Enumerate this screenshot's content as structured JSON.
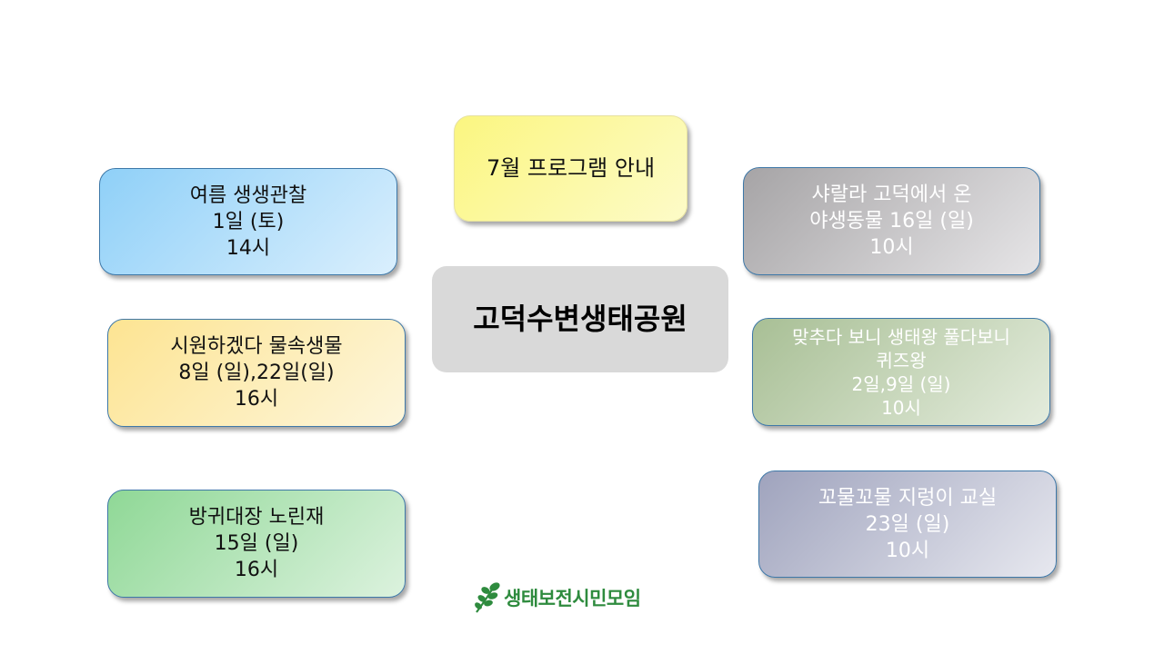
{
  "title": "7월 프로그램 안내",
  "center": "고덕수변생태공원",
  "programs": [
    {
      "lines": [
        "여름 생생관찰",
        "1일 (토)",
        "14시"
      ],
      "color": "#8fd0f8"
    },
    {
      "lines": [
        "시원하겠다 물속생물",
        "8일 (일),22일(일)",
        "16시"
      ],
      "color": "#fde492"
    },
    {
      "lines": [
        "방귀대장 노린재",
        "15일 (일)",
        "16시"
      ],
      "color": "#8fd896"
    },
    {
      "lines": [
        "샤랄라 고덕에서 온",
        "야생동물 16일 (일)",
        "10시"
      ],
      "color": "#a6a4a6"
    },
    {
      "lines": [
        "맞추다 보니 생태왕 풀다보니",
        "퀴즈왕",
        "2일,9일 (일)",
        "10시"
      ],
      "color": "#a8bf95"
    },
    {
      "lines": [
        "꼬물꼬물 지렁이 교실",
        "23일 (일)",
        "10시"
      ],
      "color": "#9fa3bd"
    }
  ],
  "logo": {
    "text": "생태보전시민모임",
    "icon": "leaf-sprig-icon",
    "color": "#2e8b3e"
  }
}
